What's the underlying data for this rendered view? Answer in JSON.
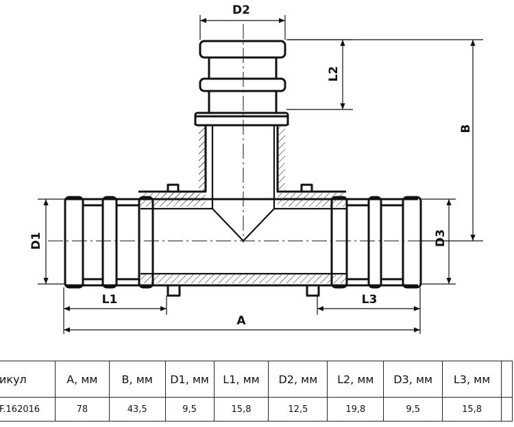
{
  "dimensions": {
    "d2": "D2",
    "l2": "L2",
    "b": "B",
    "d1": "D1",
    "d3": "D3",
    "l1": "L1",
    "l3": "L3",
    "a": "A"
  },
  "table": {
    "headers": [
      "икул",
      "A, мм",
      "B, мм",
      "D1, мм",
      "L1, мм",
      "D2, мм",
      "L2, мм",
      "D3, мм",
      "L3, мм",
      ""
    ],
    "rows": [
      [
        "F.162016",
        "78",
        "43,5",
        "9,5",
        "15,8",
        "12,5",
        "19,8",
        "9,5",
        "15,8",
        ""
      ]
    ]
  }
}
